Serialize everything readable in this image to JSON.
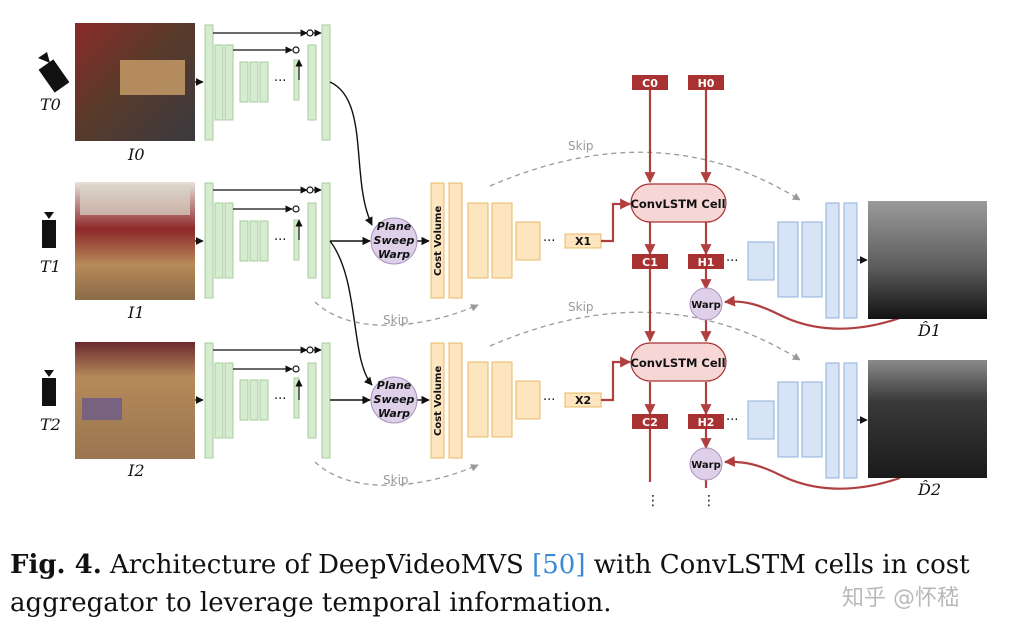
{
  "frames": [
    {
      "camera": "T0",
      "image": "I0"
    },
    {
      "camera": "T1",
      "image": "I1"
    },
    {
      "camera": "T2",
      "image": "I2"
    }
  ],
  "labels": {
    "plane_sweep": [
      "Plane",
      "Sweep",
      "Warp"
    ],
    "cost_volume": "Cost Volume",
    "skip": "Skip",
    "convlstm": "ConvLSTM Cell",
    "warp": "Warp",
    "c0": "C0",
    "h0": "H0",
    "c1": "C1",
    "h1": "H1",
    "c2": "C2",
    "h2": "H2",
    "x1": "X1",
    "x2": "X2",
    "d1": "D̂1",
    "d2": "D̂2",
    "dots": "···"
  },
  "caption": {
    "fig": "Fig. 4.",
    "before_ref": " Architecture of DeepVideoMVS ",
    "ref": "[50]",
    "after_ref": " with ConvLSTM cells in cost aggregator to leverage temporal information."
  },
  "watermark": "知乎 @怀嵇",
  "colors": {
    "encoder_green": "#d6ecd0",
    "cost_orange": "#fde5c0",
    "lstm_red": "#a83232",
    "decoder_blue": "#d7e4f6",
    "warp_purple": "#ddd0e8"
  }
}
